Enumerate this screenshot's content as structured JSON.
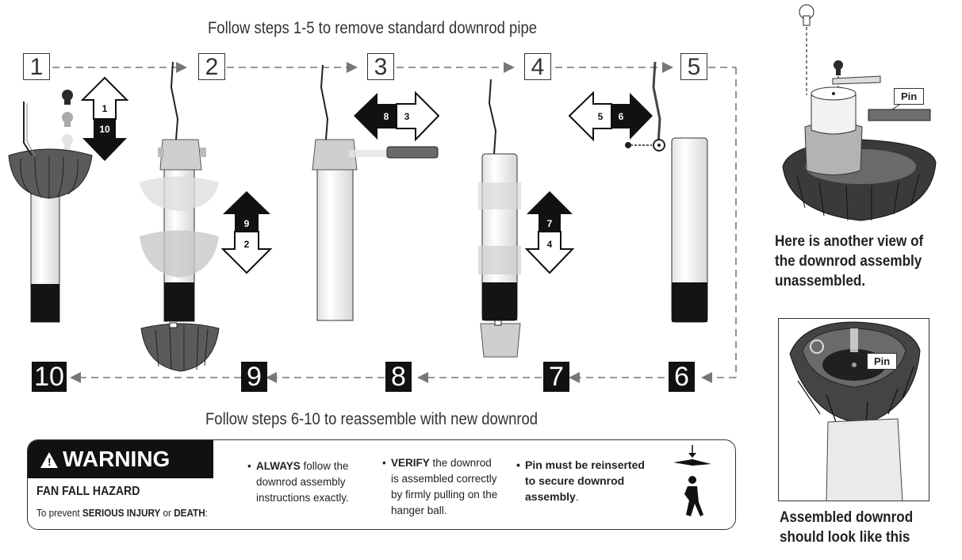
{
  "top_instruction": "Follow steps 1-5 to remove standard downrod pipe",
  "bottom_instruction": "Follow steps 6-10 to reassemble with new downrod",
  "steps_top": [
    "1",
    "2",
    "3",
    "4",
    "5"
  ],
  "steps_bottom": [
    "10",
    "9",
    "8",
    "7",
    "6"
  ],
  "arrow_labels": {
    "a1": {
      "first": "1",
      "second": "10"
    },
    "a2": {
      "first": "9",
      "second": "2"
    },
    "a3": {
      "first": "8",
      "second": "3"
    },
    "a4": {
      "first": "7",
      "second": "4"
    },
    "a5": {
      "first": "5",
      "second": "6"
    }
  },
  "warning": {
    "title": "WARNING",
    "hazard": "FAN FALL HAZARD",
    "prevent_prefix": "To prevent ",
    "prevent_bold1": "SERIOUS INJURY",
    "prevent_or": " or ",
    "prevent_bold2": "DEATH",
    "prevent_suffix": ":",
    "bullet1_bold": "ALWAYS",
    "bullet1_rest": " follow the downrod assembly instructions exactly.",
    "bullet2_bold": "VERIFY",
    "bullet2_rest": " the downrod is assembled correctly by firmly pulling on the hanger ball.",
    "bullet3_bold": "Pin must be reinserted to secure downrod assembly",
    "bullet3_rest": "."
  },
  "side": {
    "pin_label_top": "Pin",
    "pin_label_bottom": "Pin",
    "caption_top": "Here is another view of the downrod assembly unassembled.",
    "caption_bottom": "Assembled downrod should look like this"
  },
  "colors": {
    "shade_dark": "#5a5a5a",
    "tube_light": "#f2f2f2",
    "black": "#111111"
  }
}
